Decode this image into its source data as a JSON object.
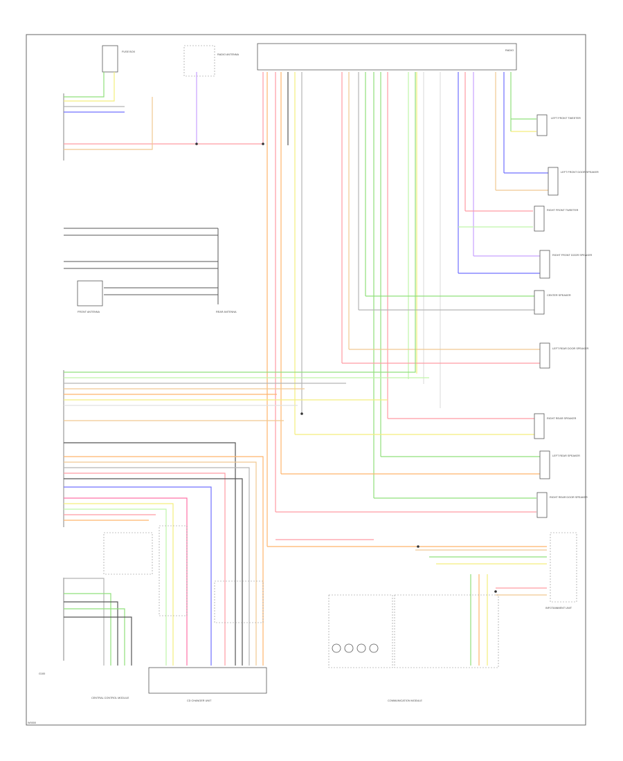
{
  "diagram": {
    "code_bottom_left": "W0000",
    "ground_label_left": "G100",
    "components": {
      "radio": "RADIO",
      "left_front_door_spk": "LEFT FRONT DOOR SPEAKER",
      "left_front_tweeter": "LEFT FRONT TWEETER",
      "right_front_door_spk": "RIGHT FRONT DOOR SPEAKER",
      "right_front_tweeter": "RIGHT FRONT TWEETER",
      "center_spk": "CENTER SPEAKER",
      "left_rear_door_spk": "LEFT REAR DOOR SPEAKER",
      "right_rear_spk": "RIGHT REAR SPEAKER",
      "left_rear_spk": "LEFT REAR SPEAKER",
      "right_rear_door_spk": "RIGHT REAR DOOR SPEAKER",
      "cd_changer": "CD CHANGER UNIT",
      "control_module": "CENTRAL CONTROL MODULE",
      "comm_module": "COMMUNICATION MODULE",
      "front_antenna": "FRONT ANTENNA",
      "rear_antenna": "REAR ANTENNA",
      "fuse_box": "FUSE BOX",
      "infotainment": "INFOTAINMENT UNIT",
      "radio_antenna": "RADIO ANTENNA"
    },
    "wire_colors": {
      "red": "#ff9aa2",
      "orange": "#ffb36b",
      "yellow": "#f4ee7c",
      "green": "#8fe07a",
      "blue": "#6f6fff",
      "violet": "#c8a0ff",
      "gray": "#b4b4b4",
      "white": "#e0e0e0",
      "black": "#555555",
      "pink": "#ff70a6",
      "lightgreen": "#bff5a8",
      "tan": "#f0c890"
    }
  }
}
